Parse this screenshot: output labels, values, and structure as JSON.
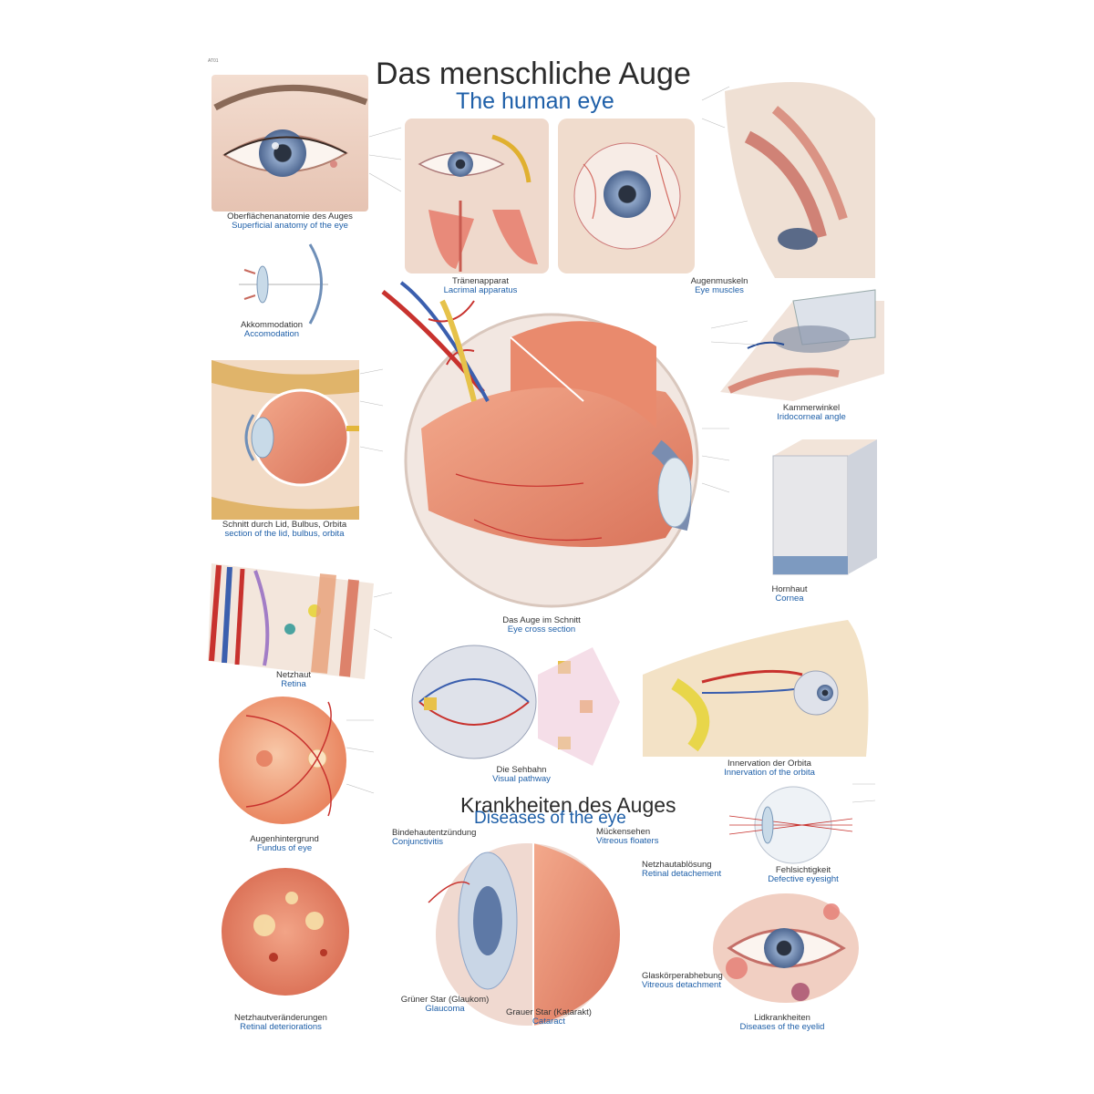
{
  "poster": {
    "code": "AT01",
    "title_de": "Das menschliche Auge",
    "title_en": "The human eye",
    "diseases_de": "Krankheiten des Auges",
    "diseases_en": "Diseases of the eye"
  },
  "captions": [
    {
      "id": "superficial",
      "de": "Oberflächenanatomie des Auges",
      "en": "Superficial anatomy of the eye"
    },
    {
      "id": "lacrimal",
      "de": "Tränenapparat",
      "en": "Lacrimal apparatus"
    },
    {
      "id": "muscles",
      "de": "Augenmuskeln",
      "en": "Eye muscles"
    },
    {
      "id": "accommodation",
      "de": "Akkommodation",
      "en": "Accomodation"
    },
    {
      "id": "iridocorneal",
      "de": "Kammerwinkel",
      "en": "Iridocorneal angle"
    },
    {
      "id": "section-lid",
      "de": "Schnitt durch Lid, Bulbus, Orbita",
      "en": "section of the lid, bulbus, orbita"
    },
    {
      "id": "cornea",
      "de": "Hornhaut",
      "en": "Cornea"
    },
    {
      "id": "cross-section",
      "de": "Das Auge im Schnitt",
      "en": "Eye cross section"
    },
    {
      "id": "retina",
      "de": "Netzhaut",
      "en": "Retina"
    },
    {
      "id": "visual-pathway",
      "de": "Die Sehbahn",
      "en": "Visual pathway"
    },
    {
      "id": "orbita",
      "de": "Innervation der Orbita",
      "en": "Innervation of the orbita"
    },
    {
      "id": "fundus",
      "de": "Augenhintergrund",
      "en": "Fundus of eye"
    },
    {
      "id": "defective",
      "de": "Fehlsichtigkeit",
      "en": "Defective eyesight"
    },
    {
      "id": "retinal-det",
      "de": "Netzhautveränderungen",
      "en": "Retinal deteriorations"
    },
    {
      "id": "eyelid",
      "de": "Lidkrankheiten",
      "en": "Diseases of the eyelid"
    }
  ],
  "disease_labels": [
    {
      "id": "conjunctivitis",
      "de": "Bindehautentzündung",
      "en": "Conjunctivitis"
    },
    {
      "id": "floaters",
      "de": "Mückensehen",
      "en": "Vitreous floaters"
    },
    {
      "id": "detachment",
      "de": "Netzhautablösung",
      "en": "Retinal detachement"
    },
    {
      "id": "vitreous",
      "de": "Glaskörperabhebung",
      "en": "Vitreous detachment"
    },
    {
      "id": "glaucoma",
      "de": "Grüner Star (Glaukom)",
      "en": "Glaucoma"
    },
    {
      "id": "cataract",
      "de": "Grauer Star (Katarakt)",
      "en": "Cataract"
    }
  ],
  "colors": {
    "title": "#2b2b2b",
    "english": "#1e5fa8",
    "tissue": "#e9967a",
    "vessel_red": "#c8322e",
    "vessel_blue": "#3b5fae",
    "iris": "#7b93b8"
  }
}
